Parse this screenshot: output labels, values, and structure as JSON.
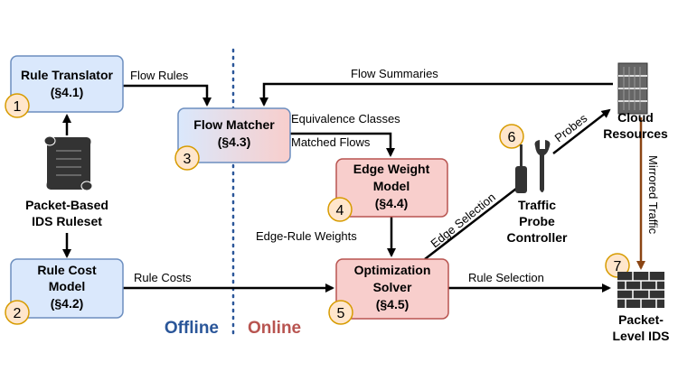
{
  "boxes": {
    "rule_translator": {
      "line1": "Rule Translator",
      "line2": "(§4.1)",
      "num": "1"
    },
    "rule_cost": {
      "line1": "Rule Cost",
      "line2": "Model",
      "line3": "(§4.2)",
      "num": "2"
    },
    "flow_matcher": {
      "line1": "Flow Matcher",
      "line2": "(§4.3)",
      "num": "3"
    },
    "edge_weight": {
      "line1": "Edge Weight",
      "line2": "Model",
      "line3": "(§4.4)",
      "num": "4"
    },
    "optimization": {
      "line1": "Optimization",
      "line2": "Solver",
      "line3": "(§4.5)",
      "num": "5"
    }
  },
  "nodes": {
    "ruleset": {
      "line1": "Packet-Based",
      "line2": "IDS Ruleset"
    },
    "traffic_probe": {
      "line1": "Traffic",
      "line2": "Probe",
      "line3": "Controller",
      "num": "6"
    },
    "cloud": {
      "line1": "Cloud",
      "line2": "Resources"
    },
    "ids": {
      "line1": "Packet-",
      "line2": "Level IDS",
      "num": "7"
    }
  },
  "edges": {
    "flow_rules": "Flow Rules",
    "flow_summaries": "Flow Summaries",
    "equivalence_classes": "Equivalence Classes",
    "matched_flows": "Matched Flows",
    "edge_rule_weights": "Edge-Rule Weights",
    "rule_costs": "Rule Costs",
    "rule_selection": "Rule Selection",
    "edge_selection": "Edge Selection",
    "probes": "Probes",
    "mirrored_traffic": "Mirrored Traffic"
  },
  "sections": {
    "offline": "Offline",
    "online": "Online"
  },
  "colors": {
    "blue_box": "#dae8fc",
    "blue_border": "#6c8ebf",
    "red_box": "#f8cecc",
    "red_border": "#b85450",
    "circle_fill": "#ffe6cc",
    "circle_border": "#d79b00",
    "offline": "#2a5699",
    "online": "#b85450",
    "mirror_arrow": "#8b4513"
  }
}
